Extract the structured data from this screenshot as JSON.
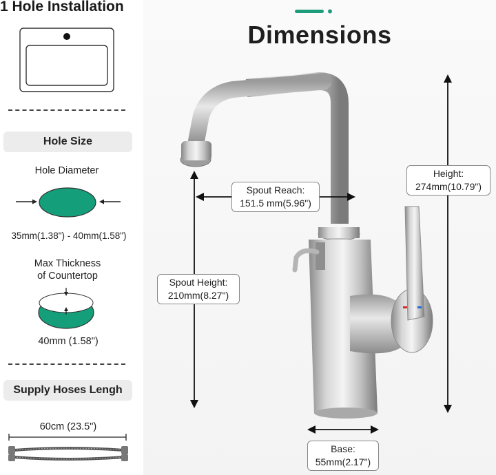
{
  "left": {
    "title": "1 Hole Installation",
    "hole_size_label": "Hole Size",
    "hole_diameter_label": "Hole Diameter",
    "hole_diameter_value": "35mm(1.38\") - 40mm(1.58\")",
    "thickness_label_line1": "Max Thickness",
    "thickness_label_line2": "of Countertop",
    "thickness_value": "40mm (1.58\")",
    "supply_label": "Supply Hoses Lengh",
    "hose_length_value": "60cm (23.5\")"
  },
  "main": {
    "title": "Dimensions",
    "spout_reach_line1": "Spout Reach:",
    "spout_reach_line2": "151.5 mm(5.96\")",
    "height_line1": "Height:",
    "height_line2": "274mm(10.79\")",
    "spout_height_line1": "Spout Height:",
    "spout_height_line2": "210mm(8.27\")",
    "base_line1": "Base:",
    "base_line2": "55mm(2.17\")"
  },
  "colors": {
    "accent": "#1e9d7c",
    "green_fill": "#149e7a",
    "hot": "#d9262a",
    "cold": "#1e6fd9"
  }
}
